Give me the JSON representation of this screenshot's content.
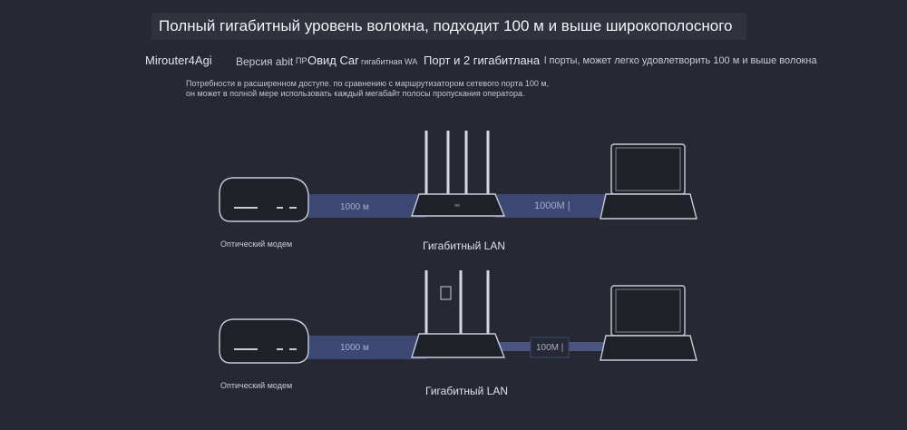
{
  "title": "Полный гигабитный уровень волокна, подходит 100 м и выше широкополосного",
  "subtitle": {
    "part1": "Mirouter4Agi",
    "part2": "Версия abit",
    "part3": "ПР",
    "part4": "Овид Car",
    "part5": "гигабитная WA",
    "part6": "Порт и 2 гигабитлана",
    "part7": "l порты, может легко удовлетворить 100 м и выше волокна"
  },
  "description": {
    "line1": "Потребности в расширенном доступе. по сравнению с маршрутизатором сетевого порта 100 м,",
    "line2": "он может в полной мере использовать каждый мегабайт полосы пропускания оператора."
  },
  "diagram_top": {
    "left_speed": "1000 м",
    "right_speed": "1000M |",
    "modem_label": "Оптический модем",
    "lan_label": "Гигабитный LAN",
    "router_logo": "mi"
  },
  "diagram_bottom": {
    "left_speed": "1000 м",
    "right_speed": "100M |",
    "modem_label": "Оптический модем",
    "lan_label": "Гигабитный LAN"
  },
  "colors": {
    "background": "#262933",
    "band": "#3c4774",
    "band_narrow": "#4b5580",
    "device_outline": "#c9ccd6"
  }
}
